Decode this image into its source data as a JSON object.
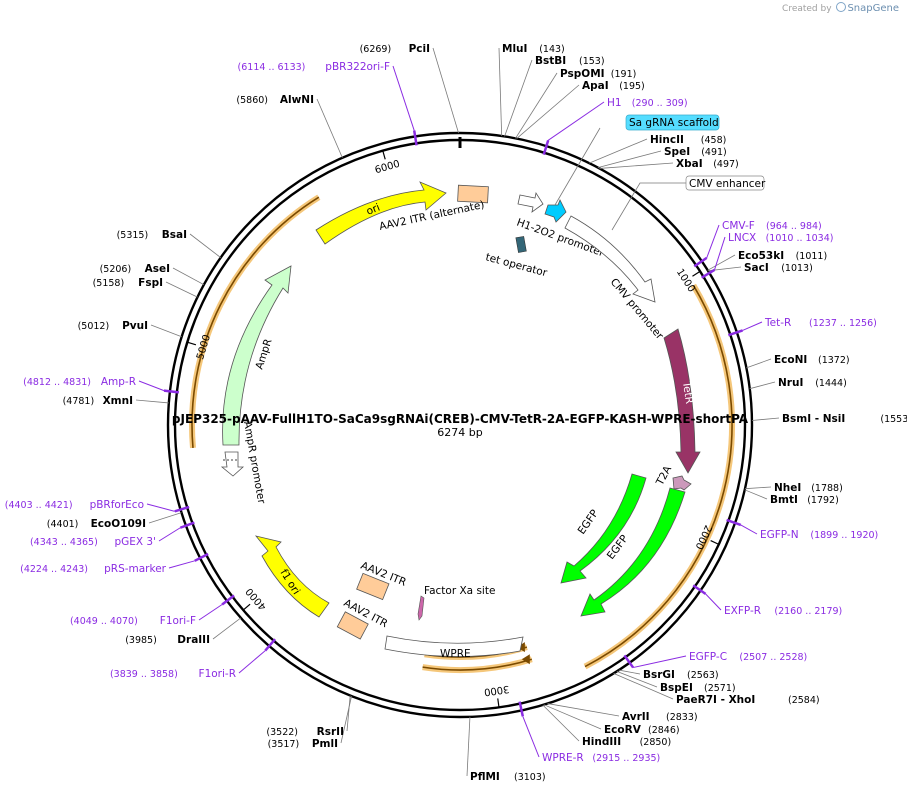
{
  "credit": {
    "prefix": "Created by",
    "brand": "SnapGene"
  },
  "plasmid": {
    "name": "pJEP325-pAAV-FullH1TO-SaCa9sgRNAi(CREB)-CMV-TetR-2A-EGFP-KASH-WPRE-shortPA",
    "size_label": "6274 bp",
    "length": 6274
  },
  "ticks": [
    {
      "pos": 1000,
      "label": "1000"
    },
    {
      "pos": 2000,
      "label": "2000"
    },
    {
      "pos": 3000,
      "label": "3000"
    },
    {
      "pos": 4000,
      "label": "4000"
    },
    {
      "pos": 5000,
      "label": "5000"
    },
    {
      "pos": 6000,
      "label": "6000"
    }
  ],
  "sites": [
    {
      "name": "PciI",
      "pos_label": "(6269)"
    },
    {
      "name": "MluI",
      "pos_label": "(143)"
    },
    {
      "name": "BstBI",
      "pos_label": "(153)"
    },
    {
      "name": "PspOMI",
      "pos_label": "(191)"
    },
    {
      "name": "ApaI",
      "pos_label": "(195)"
    },
    {
      "name": "HincII",
      "pos_label": "(458)"
    },
    {
      "name": "SpeI",
      "pos_label": "(491)"
    },
    {
      "name": "XbaI",
      "pos_label": "(497)"
    },
    {
      "name": "Eco53kI",
      "pos_label": "(1011)"
    },
    {
      "name": "SacI",
      "pos_label": "(1013)"
    },
    {
      "name": "EcoNI",
      "pos_label": "(1372)"
    },
    {
      "name": "NruI",
      "pos_label": "(1444)"
    },
    {
      "name": "BsmI   - NsiI",
      "pos_label": "(1553)"
    },
    {
      "name": "NheI",
      "pos_label": "(1788)"
    },
    {
      "name": "BmtI",
      "pos_label": "(1792)"
    },
    {
      "name": "BsrGI",
      "pos_label": "(2563)"
    },
    {
      "name": "BspEI",
      "pos_label": "(2571)"
    },
    {
      "name": "PaeR7I   - XhoI",
      "pos_label": "(2584)"
    },
    {
      "name": "AvrII",
      "pos_label": "(2833)"
    },
    {
      "name": "EcoRV",
      "pos_label": "(2846)"
    },
    {
      "name": "HindIII",
      "pos_label": "(2850)"
    },
    {
      "name": "PflMI",
      "pos_label": "(3103)"
    },
    {
      "name": "PmlI",
      "pos_label": "(3517)"
    },
    {
      "name": "RsrII",
      "pos_label": "(3522)"
    },
    {
      "name": "DraIII",
      "pos_label": "(3985)"
    },
    {
      "name": "EcoO109I",
      "pos_label": "(4401)"
    },
    {
      "name": "XmnI",
      "pos_label": "(4781)"
    },
    {
      "name": "PvuI",
      "pos_label": "(5012)"
    },
    {
      "name": "FspI",
      "pos_label": "(5158)"
    },
    {
      "name": "AseI",
      "pos_label": "(5206)"
    },
    {
      "name": "BsaI",
      "pos_label": "(5315)"
    },
    {
      "name": "AlwNI",
      "pos_label": "(5860)"
    }
  ],
  "primers": [
    {
      "name": "pBR322ori-F",
      "pos_label": "(6114 .. 6133)"
    },
    {
      "name": "H1",
      "pos_label": "(290 .. 309)"
    },
    {
      "name": "CMV-F",
      "pos_label": "(964 .. 984)"
    },
    {
      "name": "LNCX",
      "pos_label": "(1010 .. 1034)"
    },
    {
      "name": "Tet-R",
      "pos_label": "(1237 .. 1256)"
    },
    {
      "name": "EGFP-N",
      "pos_label": "(1899 .. 1920)"
    },
    {
      "name": "EXFP-R",
      "pos_label": "(2160 .. 2179)"
    },
    {
      "name": "EGFP-C",
      "pos_label": "(2507 .. 2528)"
    },
    {
      "name": "WPRE-R",
      "pos_label": "(2915 .. 2935)"
    },
    {
      "name": "F1ori-R",
      "pos_label": "(3839 .. 3858)"
    },
    {
      "name": "F1ori-F",
      "pos_label": "(4049 .. 4070)"
    },
    {
      "name": "pRS-marker",
      "pos_label": "(4224 .. 4243)"
    },
    {
      "name": "pGEX 3'",
      "pos_label": "(4343 .. 4365)"
    },
    {
      "name": "pBRforEco",
      "pos_label": "(4403 .. 4421)"
    },
    {
      "name": "Amp-R",
      "pos_label": "(4812 .. 4831)"
    }
  ],
  "features": {
    "sa_scaffold": "Sa gRNA scaffold",
    "cmv_enhancer": "CMV enhancer",
    "h1_promoter": "H1-2O2 promoter",
    "tet_operator": "tet operator",
    "cmv_promoter": "CMV promoter",
    "tetr": "TetR",
    "t2a": "T2A",
    "egfp_outer": "EGFP",
    "egfp_inner": "EGFP",
    "wpre": "WPRE",
    "factor_xa": "Factor Xa site",
    "aav2_itr_1": "AAV2 ITR",
    "aav2_itr_2": "AAV2 ITR",
    "f1_ori": "f1 ori",
    "ampr_promoter": "AmpR promoter",
    "ampr": "AmpR",
    "ori": "ori",
    "aav2_itr_alt": "AAV2 ITR (alternate)"
  },
  "colors": {
    "backbone": "#000000",
    "primer": "#8a2be2",
    "ori": "#ffff00",
    "ampr": "#ccffcc",
    "egfp": "#00ff00",
    "tetr": "#993366",
    "itr": "#ffcc99",
    "h1": "#00ccff",
    "cyan_label": "#55ddff",
    "orange_glow": "#f5c77a"
  }
}
